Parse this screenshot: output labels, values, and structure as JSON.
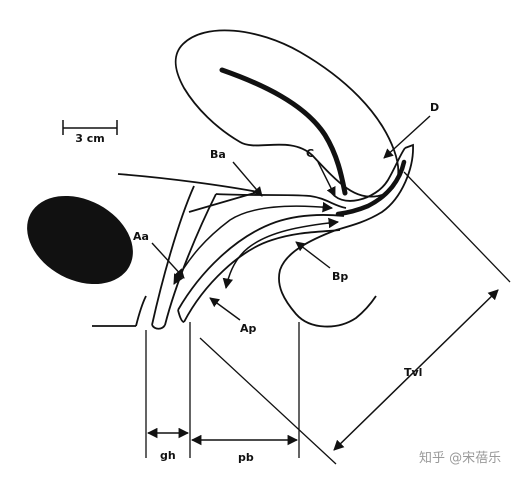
{
  "scale": {
    "label": "3 cm"
  },
  "labels": {
    "ba": "Ba",
    "c": "C",
    "d": "D",
    "aa": "Aa",
    "ap": "Ap",
    "bp": "Bp",
    "gh": "gh",
    "pb": "pb",
    "tvl": "Tvl"
  },
  "watermark": "知乎 @宋蓓乐",
  "colors": {
    "line": "#111111",
    "background": "#ffffff",
    "watermark": "#9a9a9a"
  }
}
